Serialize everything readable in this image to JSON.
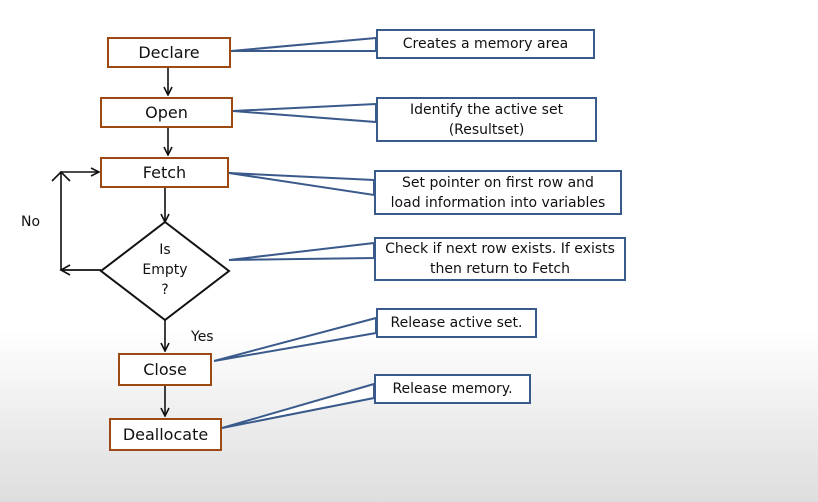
{
  "nodes": {
    "declare": "Declare",
    "open": "Open",
    "fetch": "Fetch",
    "decision": [
      "Is",
      "Empty",
      "?"
    ],
    "close": "Close",
    "deallocate": "Deallocate"
  },
  "callouts": {
    "declare": [
      "Creates a memory area"
    ],
    "open": [
      "Identify the active set",
      "(Resultset)"
    ],
    "fetch": [
      "Set pointer on first row and",
      "load information into variables"
    ],
    "decision": [
      "Check if next row exists. If exists",
      "then return to Fetch"
    ],
    "close": [
      "Release active set."
    ],
    "deallocate": [
      "Release memory."
    ]
  },
  "labels": {
    "no": "No",
    "yes": "Yes"
  },
  "colors": {
    "node_border": "#9c4a12",
    "callout_border": "#3a5a8c"
  }
}
